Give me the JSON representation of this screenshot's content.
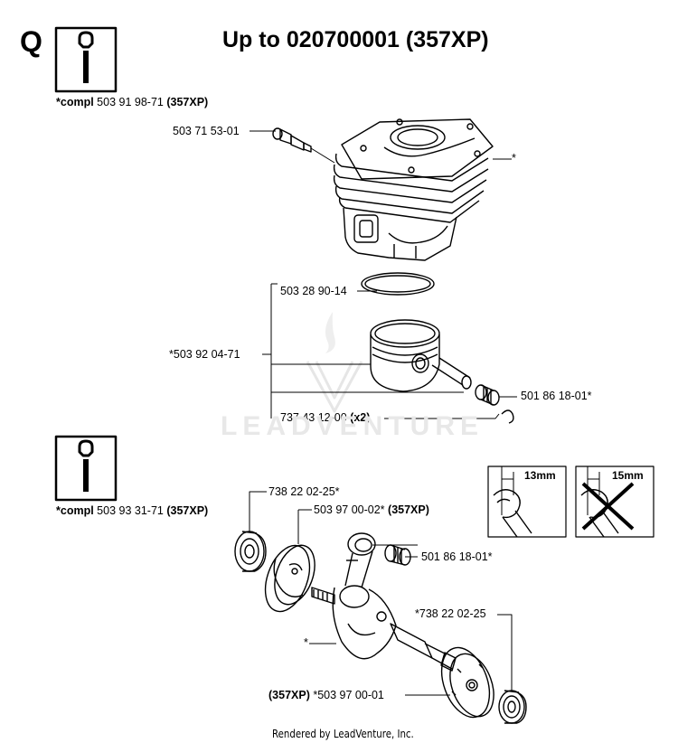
{
  "header": {
    "section_letter": "Q",
    "title": "Up to 020700001  (357XP)"
  },
  "group1": {
    "compl_prefix": "*compl",
    "compl_number": "503 91 98-71",
    "compl_model": "(357XP)",
    "labels": {
      "decomp_valve": "503 71 53-01",
      "cylinder_mark": "*",
      "ring": "503 28 90-14",
      "piston_kit": "*503 92 04-71",
      "needle_bearing": "501 86 18-01*",
      "circlip_number": "737 43 12-00",
      "circlip_qty": "(x2)"
    }
  },
  "group2": {
    "compl_prefix": "*compl",
    "compl_number": "503 93 31-71",
    "compl_model": "(357XP)",
    "labels": {
      "bearing_top": "738 22 02-25*",
      "crank_half_number": "503 97 00-02*",
      "crank_half_model": "(357XP)",
      "needle_bearing": "501 86 18-01*",
      "crank_mark": "*",
      "bearing_bottom": "*738 22 02-25",
      "crank_kit_model": "(357XP)",
      "crank_kit_number": "*503 97 00-01"
    },
    "inset_ok": "13mm",
    "inset_bad": "15mm"
  },
  "watermark": "LEADVENTURE",
  "footer": "Rendered by LeadVenture, Inc."
}
